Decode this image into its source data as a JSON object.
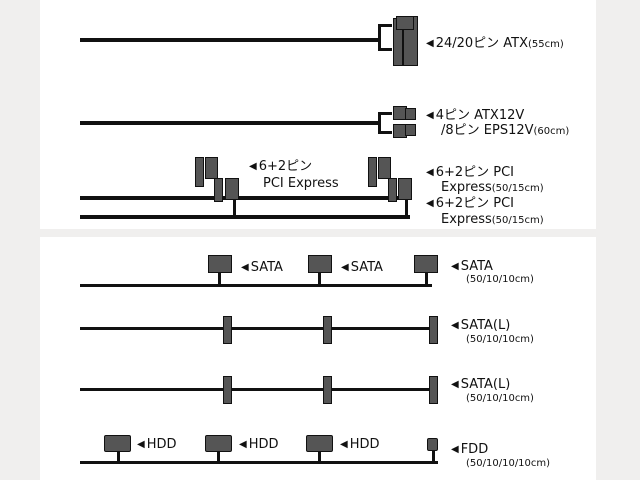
{
  "arrow_glyph": "◀",
  "cables": {
    "atx": {
      "label": "24/20ピン ATX",
      "size": "(55cm)"
    },
    "eps": {
      "label_line1": "4ピン ATX12V",
      "label_line2": "/8ピン EPS12V",
      "size": "(60cm)"
    },
    "pci_inline": {
      "line1": "6+2ピン",
      "line2": "PCI Express"
    },
    "pci1": {
      "line1": "6+2ピン PCI",
      "line2": "Express",
      "size": "(50/15cm)"
    },
    "pci2": {
      "line1": "6+2ピン PCI",
      "line2": "Express",
      "size": "(50/15cm)"
    },
    "sata": {
      "inline1": "SATA",
      "inline2": "SATA",
      "label": "SATA",
      "size": "(50/10/10cm)"
    },
    "sata_l1": {
      "label": "SATA(L)",
      "size": "(50/10/10cm)"
    },
    "sata_l2": {
      "label": "SATA(L)",
      "size": "(50/10/10cm)"
    },
    "fdd": {
      "hdd1": "HDD",
      "hdd2": "HDD",
      "hdd3": "HDD",
      "label": "FDD",
      "size": "(50/10/10/10cm)"
    }
  },
  "colors": {
    "wire": "#111111",
    "connector": "#555555",
    "panel": "#ffffff",
    "background": "#f0efee"
  }
}
